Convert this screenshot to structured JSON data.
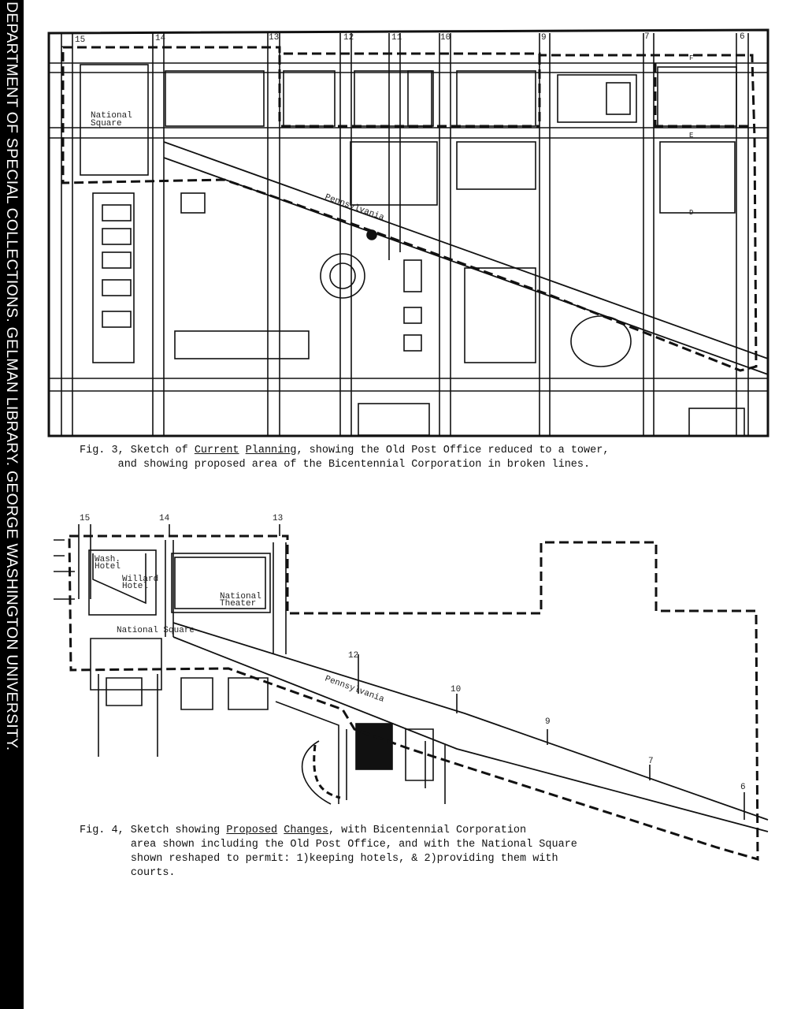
{
  "side_banner": "DEPARTMENT OF SPECIAL COLLECTIONS. GELMAN LIBRARY. GEORGE WASHINGTON UNIVERSITY.",
  "fig3": {
    "streets": [
      "15",
      "14",
      "13",
      "12",
      "11",
      "10",
      "9",
      "7",
      "6"
    ],
    "letters": [
      "F",
      "E",
      "D"
    ],
    "labels": {
      "national_square_1": "National",
      "national_square_2": "Square",
      "avenue": "Pennsylvania"
    },
    "caption": {
      "prefix": "Fig. 3, Sketch of ",
      "u1": "Current",
      "u2": "Planning",
      "rest1": ", showing the Old Post Office reduced to a tower,",
      "line2": "and showing proposed area of the Bicentennial Corporation in broken lines."
    }
  },
  "fig4": {
    "streets": [
      "15",
      "14",
      "13",
      "12",
      "10",
      "9",
      "7",
      "6"
    ],
    "labels": {
      "wash_hotel_1": "Wash.",
      "wash_hotel_2": "Hotel",
      "willard_1": "Willard",
      "willard_2": "Hotel",
      "theater_1": "National",
      "theater_2": "Theater",
      "national_square": "National Square",
      "avenue": "Pennsylvania"
    },
    "caption": {
      "prefix": "Fig. 4, Sketch showing ",
      "u1": "Proposed",
      "u2": "Changes",
      "rest1": ", with Bicentennial Corporation",
      "line2": "area shown including the Old Post Office, and with the National Square",
      "line3": "shown reshaped to permit: 1)keeping hotels, & 2)providing them with",
      "line4": "courts."
    }
  }
}
